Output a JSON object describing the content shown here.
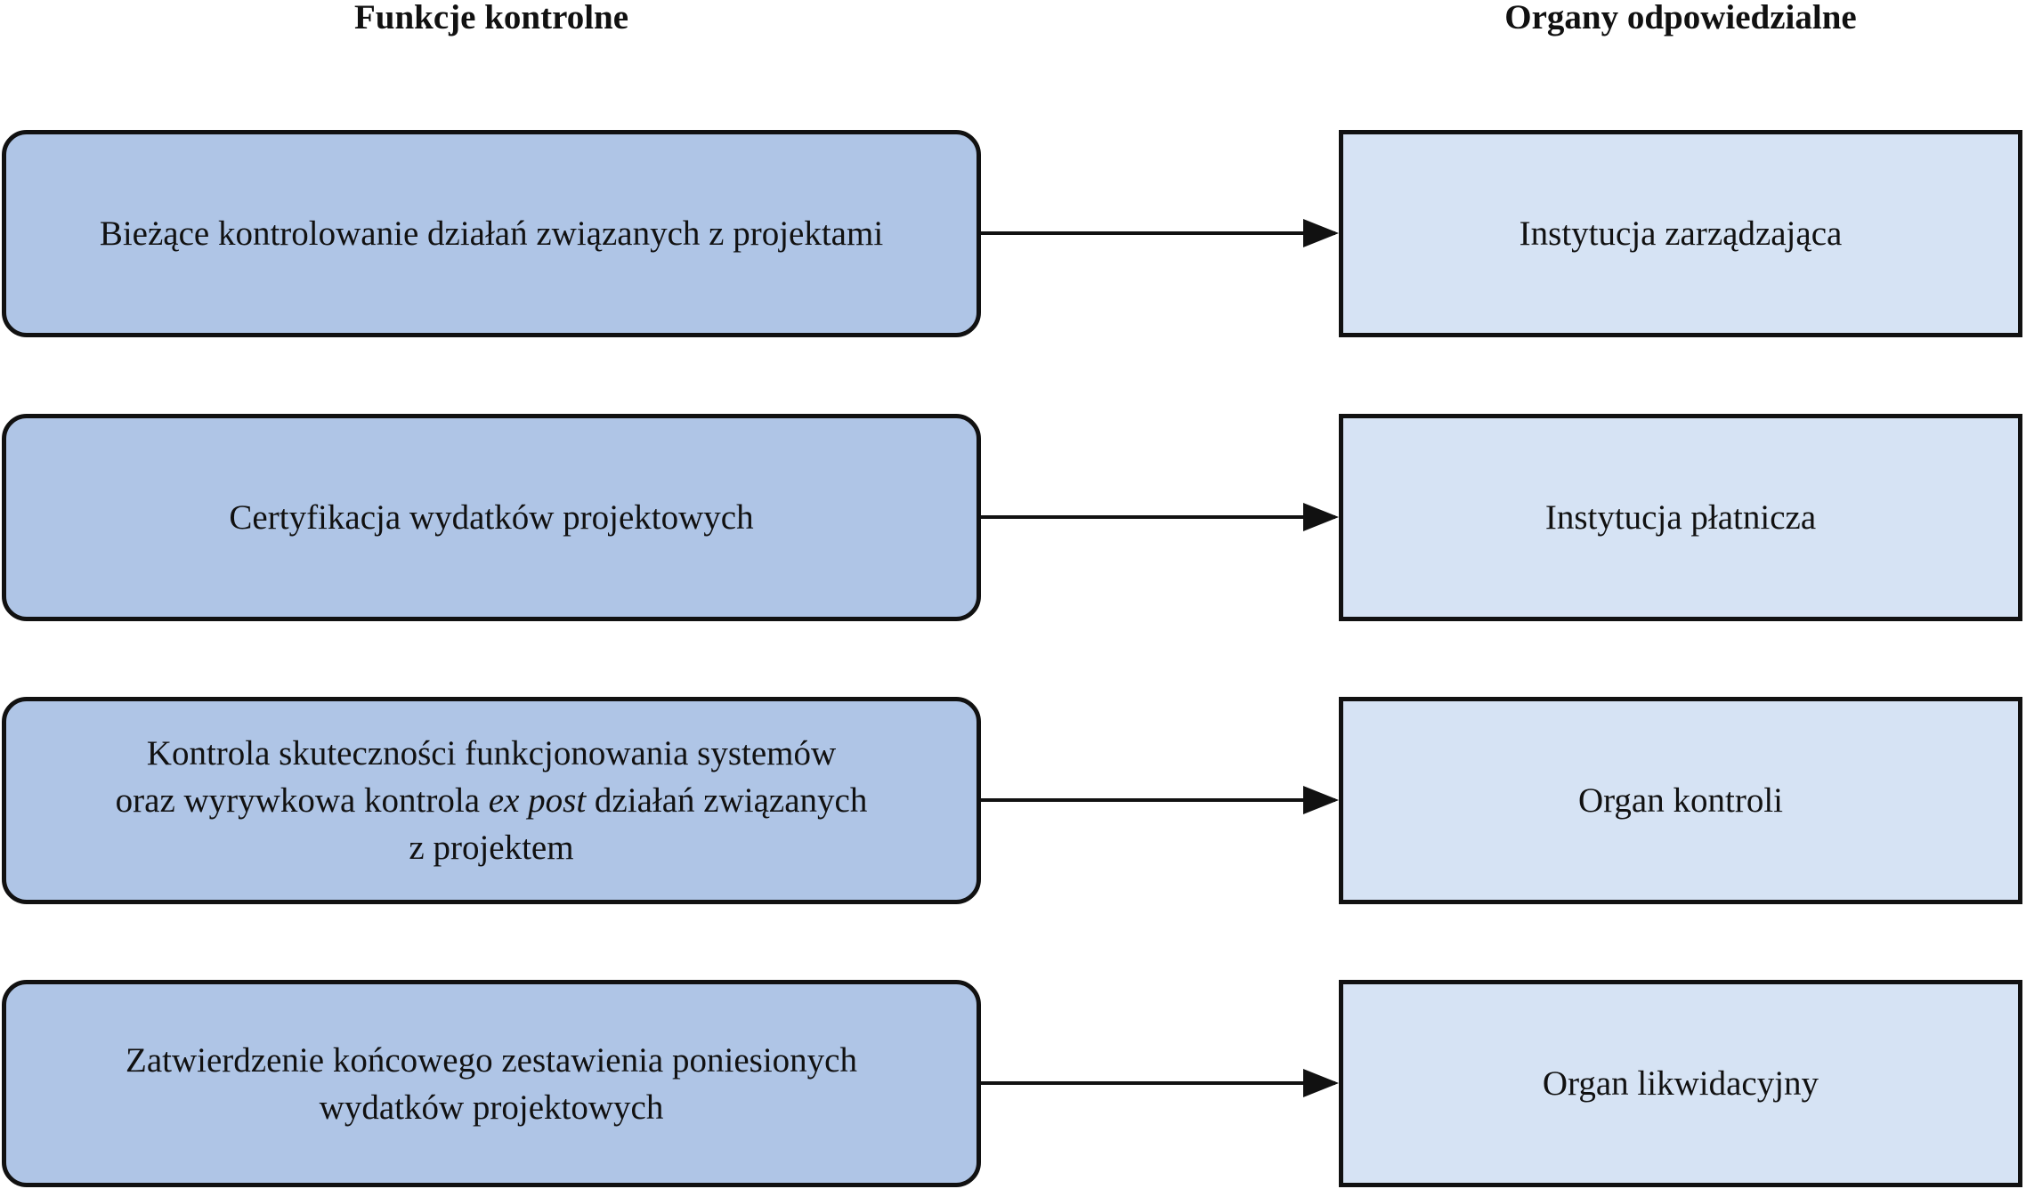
{
  "headers": {
    "left": "Funkcje kontrolne",
    "right": "Organy odpowiedzialne"
  },
  "rows": [
    {
      "function_lines": [
        [
          "Bieżące kontrolowanie działań związanych z projektami"
        ]
      ],
      "organ": "Instytucja zarządzająca"
    },
    {
      "function_lines": [
        [
          "Certyfikacja wydatków projektowych"
        ]
      ],
      "organ": "Instytucja płatnicza"
    },
    {
      "function_lines": [
        [
          "Kontrola skuteczności funkcjonowania systemów"
        ],
        [
          "oraz wyrywkowa kontrola ",
          "ex post",
          " działań związanych"
        ],
        [
          "z projektem"
        ]
      ],
      "organ": "Organ kontroli"
    },
    {
      "function_lines": [
        [
          "Zatwierdzenie końcowego zestawienia poniesionych"
        ],
        [
          "wydatków projektowych"
        ]
      ],
      "organ": "Organ likwidacyjny"
    }
  ],
  "colors": {
    "function_box_fill": "#afc5e6",
    "organ_box_fill": "#d6e3f4",
    "stroke": "#111111"
  }
}
